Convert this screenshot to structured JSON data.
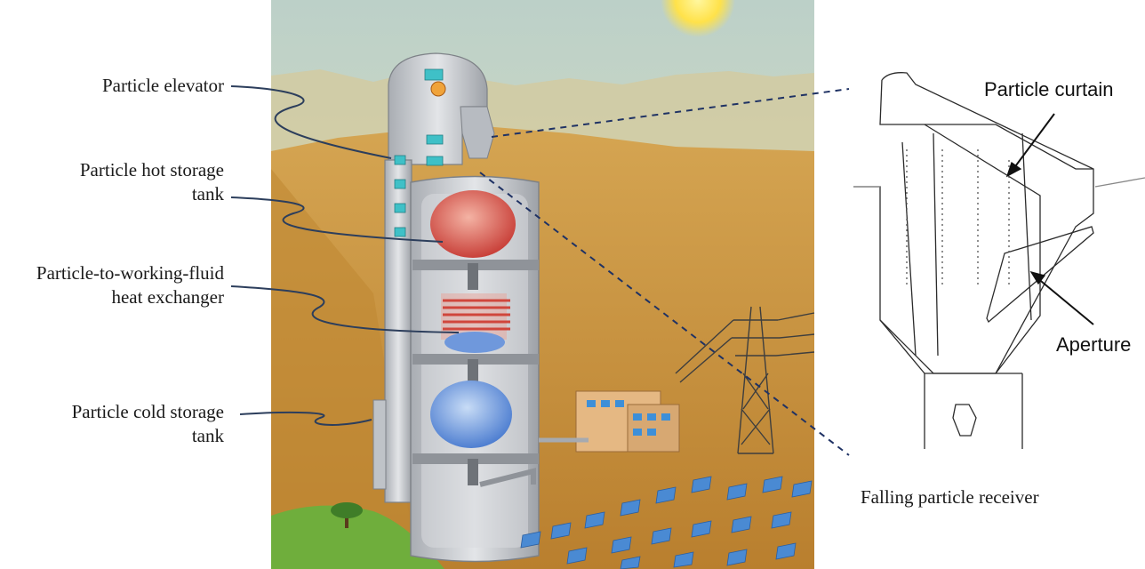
{
  "labels": {
    "particle_elevator": "Particle elevator",
    "hot_tank_line1": "Particle hot storage",
    "hot_tank_line2": "tank",
    "hx_line1": "Particle-to-working-fluid",
    "hx_line2": "heat exchanger",
    "cold_tank_line1": "Particle cold storage",
    "cold_tank_line2": "tank",
    "particle_curtain": "Particle curtain",
    "aperture": "Aperture",
    "caption": "Falling particle receiver"
  },
  "colors": {
    "sky": "#d8e2b8",
    "ground": "#c9923c",
    "hot_particles": "#d9574a",
    "cold_particles": "#6f98dc",
    "tower": "#c9ccd1",
    "leader_line": "#2c3e5c"
  }
}
